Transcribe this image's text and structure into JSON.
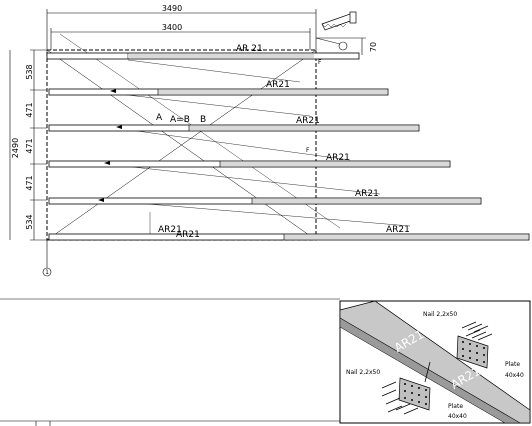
{
  "dimensions": {
    "overall_width": "3490",
    "inner_width": "3400",
    "overall_height": "2490",
    "offset_right": "70",
    "seg_top": "538",
    "seg_1": "471",
    "seg_2": "471",
    "seg_3": "471",
    "seg_bottom": "534"
  },
  "labels": {
    "ar21": "AR21",
    "ar21_alt": "AR 21",
    "a_eq_b": "A=B",
    "a": "A",
    "b": "B",
    "circle_1": "1"
  },
  "detail": {
    "nail_top": "Nail 2,2x50",
    "nail_bottom": "Nail 2,2x50",
    "plate_top_name": "Plate",
    "plate_top_size": "40x40",
    "plate_bottom_name": "Plate",
    "plate_bottom_size": "40x40",
    "beam_label_1": "AR21",
    "beam_label_2": "AR21"
  },
  "colors": {
    "line": "#000000",
    "board_fill": "#d9d9d9",
    "plate_fill": "#bfbfbf",
    "beam_fill": "#c8c8c8"
  }
}
